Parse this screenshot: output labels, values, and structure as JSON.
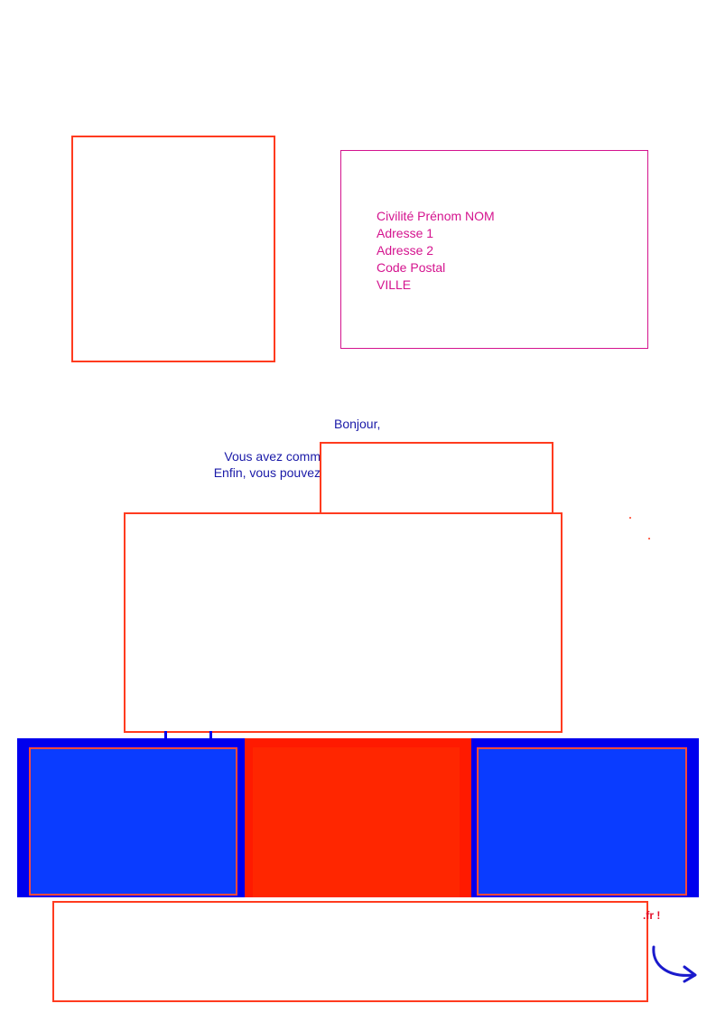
{
  "recipient": {
    "lines": [
      "Civilité Prénom NOM",
      "Adresse 1",
      "Adresse 2",
      "Code Postal",
      "VILLE"
    ]
  },
  "letter": {
    "greeting": "Bonjour,",
    "body_line_1": "Vous avez comm",
    "body_line_2": "Enfin, vous pouvez",
    "link_suffix": ".fr !"
  },
  "colors": {
    "outline_red": "#ff3b1f",
    "magenta": "#d4138e",
    "navy_text": "#1a1aa8",
    "band_blue": "#0000ee",
    "panel_blue": "#0a3cff",
    "band_red": "#ff1a00"
  },
  "icons": {
    "curved_arrow": "curved-arrow-icon"
  }
}
